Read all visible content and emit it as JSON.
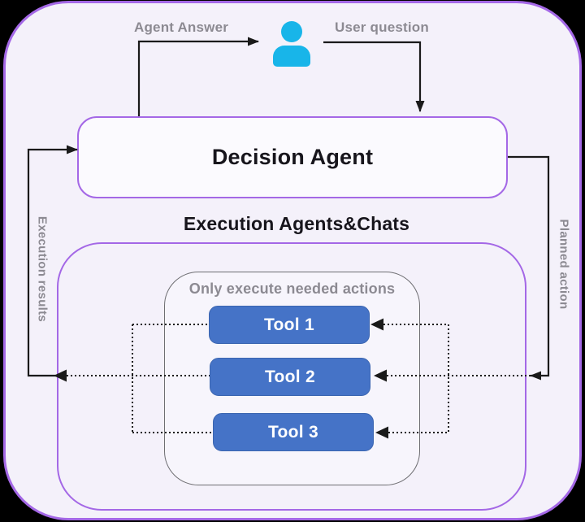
{
  "labels": {
    "agent_answer": "Agent Answer",
    "user_question": "User question",
    "decision_agent": "Decision Agent",
    "execution_heading": "Execution Agents&Chats",
    "execution_results": "Execution results",
    "planned_action": "Planned action",
    "only_execute_note": "Only execute needed actions"
  },
  "tools": [
    {
      "label": "Tool 1"
    },
    {
      "label": "Tool 2"
    },
    {
      "label": "Tool 3"
    }
  ],
  "icons": {
    "user_icon": "person silhouette (circle head + rounded shoulders)"
  },
  "colors": {
    "outer_bg": "#000000",
    "canvas_bg": "#f4f1fa",
    "purple_border": "#a468e6",
    "gray_border": "#6e6e72",
    "gray_text": "#8c8a92",
    "dark_text": "#17151c",
    "tool_blue": "#4573c7",
    "tool_text": "#ffffff",
    "user_icon_cyan": "#18b5e9",
    "line_black": "#1a1a1a"
  }
}
